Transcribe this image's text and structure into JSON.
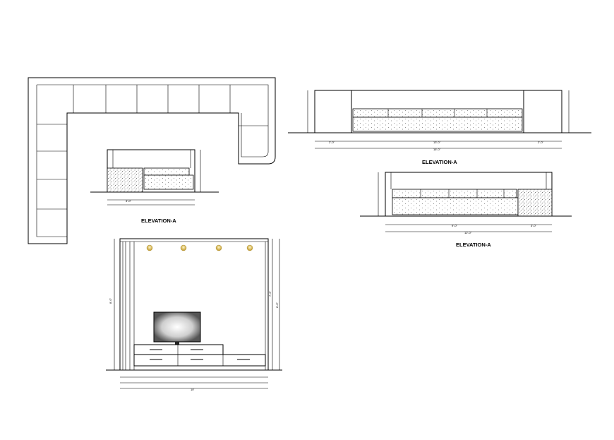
{
  "labels": {
    "elev_small": "ELEVATION-A",
    "elev_long": "ELEVATION-A",
    "elev_right": "ELEVATION-A"
  },
  "dims": {
    "long_left": "2'-0\"",
    "long_mid": "13'-0\"",
    "long_right": "2'-0\"",
    "long_total": "16'-0\"",
    "small_w": "3'-0\"",
    "right_w1": "9'-0\"",
    "right_w2": "3'-0\"",
    "right_total": "12'-0\"",
    "tv_height": "8'-0\"",
    "tv_height2": "7'-6\"",
    "tv_height3": "8'-6\"",
    "tv_width": "10'"
  },
  "colors": {
    "ink": "#000000",
    "paper": "#ffffff"
  }
}
